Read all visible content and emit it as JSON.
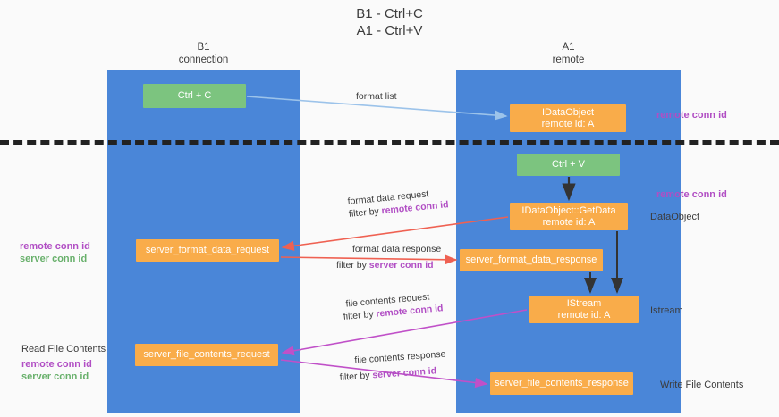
{
  "title": {
    "line1": "B1 - Ctrl+C",
    "line2": "A1 - Ctrl+V"
  },
  "lanes": [
    {
      "name": "B1",
      "sub": "connection",
      "color": "#4a86d8"
    },
    {
      "name": "A1",
      "sub": "remote",
      "color": "#4a86d8"
    }
  ],
  "colors": {
    "lane": "#4a86d8",
    "green_node": "#7cc47f",
    "orange_node": "#f9ac4a",
    "remote_conn_id": "#b14ec4",
    "server_conn_id": "#68b06b",
    "edge_format_list": "#9cc3ea",
    "edge_format_data": "#ef6152",
    "edge_file_contents": "#c050c8",
    "edge_internal": "#333333",
    "divider": "#222222"
  },
  "nodes": {
    "ctrl_c": {
      "label": "Ctrl + C",
      "style": "green"
    },
    "idataobject": {
      "line1": "IDataObject",
      "line2": "remote id: A",
      "style": "orange"
    },
    "ctrl_v": {
      "label": "Ctrl + V",
      "style": "green"
    },
    "getdata": {
      "line1": "IDataObject::GetData",
      "line2": "remote id: A",
      "style": "orange"
    },
    "server_format_data_request": {
      "label": "server_format_data_request",
      "style": "orange"
    },
    "server_format_data_response": {
      "label": "server_format_data_response",
      "style": "orange"
    },
    "istream": {
      "line1": "IStream",
      "line2": "remote id: A",
      "style": "orange"
    },
    "server_file_contents_request": {
      "label": "server_file_contents_request",
      "style": "orange"
    },
    "server_file_contents_response": {
      "label": "server_file_contents_response",
      "style": "orange"
    }
  },
  "edge_labels": {
    "format_list": "format list",
    "format_data_request": "format data request",
    "format_data_request_filter_prefix": "filter by ",
    "format_data_request_filter_key": "remote conn id",
    "format_data_response": "format data response",
    "format_data_response_filter_prefix": "filter by ",
    "format_data_response_filter_key": "server conn id",
    "file_contents_request": "file contents request",
    "file_contents_request_filter_prefix": "filter by ",
    "file_contents_request_filter_key": "remote conn id",
    "file_contents_response": "file contents response",
    "file_contents_response_filter_prefix": "filter by ",
    "file_contents_response_filter_key": "server conn id"
  },
  "side_notes": {
    "remote_conn_id_top": "remote conn id",
    "remote_conn_id_mid": "remote conn id",
    "dataobject": "DataObject",
    "istream": "Istream",
    "write_file_contents": "Write File Contents",
    "read_file_contents": "Read File Contents",
    "left_remote_conn_id_1": "remote conn id",
    "left_server_conn_id_1": "server conn id",
    "left_remote_conn_id_2": "remote conn id",
    "left_server_conn_id_2": "server conn id"
  }
}
